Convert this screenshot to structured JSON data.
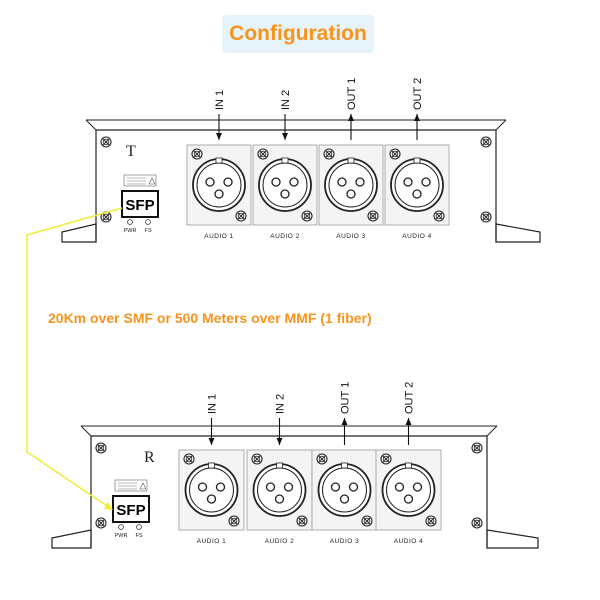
{
  "title": "Configuration",
  "link_description": "20Km over SMF or 500 Meters over MMF (1 fiber)",
  "colors": {
    "title": "#f7941d",
    "link_text": "#f7941d",
    "fiber_line": "#f0ec3a",
    "title_background": "#e6f3fa",
    "line": "#222222"
  },
  "icons": [
    "xlr-connector-icon",
    "screw-icon",
    "arrow-down-icon",
    "arrow-up-icon",
    "sfp-port-icon",
    "laser-warning-label-icon"
  ],
  "devices": [
    {
      "id": "transmitter",
      "unit_label": "T",
      "sfp_label": "SFP",
      "led_labels": [
        "PWR",
        "FS"
      ],
      "channel_labels": [
        "IN 1",
        "IN 2",
        "OUT 1",
        "OUT 2"
      ],
      "port_labels": [
        "AUDIO 1",
        "AUDIO 2",
        "AUDIO 3",
        "AUDIO 4"
      ]
    },
    {
      "id": "receiver",
      "unit_label": "R",
      "sfp_label": "SFP",
      "led_labels": [
        "PWR",
        "FS"
      ],
      "channel_labels": [
        "IN 1",
        "IN 2",
        "OUT 1",
        "OUT 2"
      ],
      "port_labels": [
        "AUDIO 1",
        "AUDIO 2",
        "AUDIO 3",
        "AUDIO 4"
      ]
    }
  ]
}
